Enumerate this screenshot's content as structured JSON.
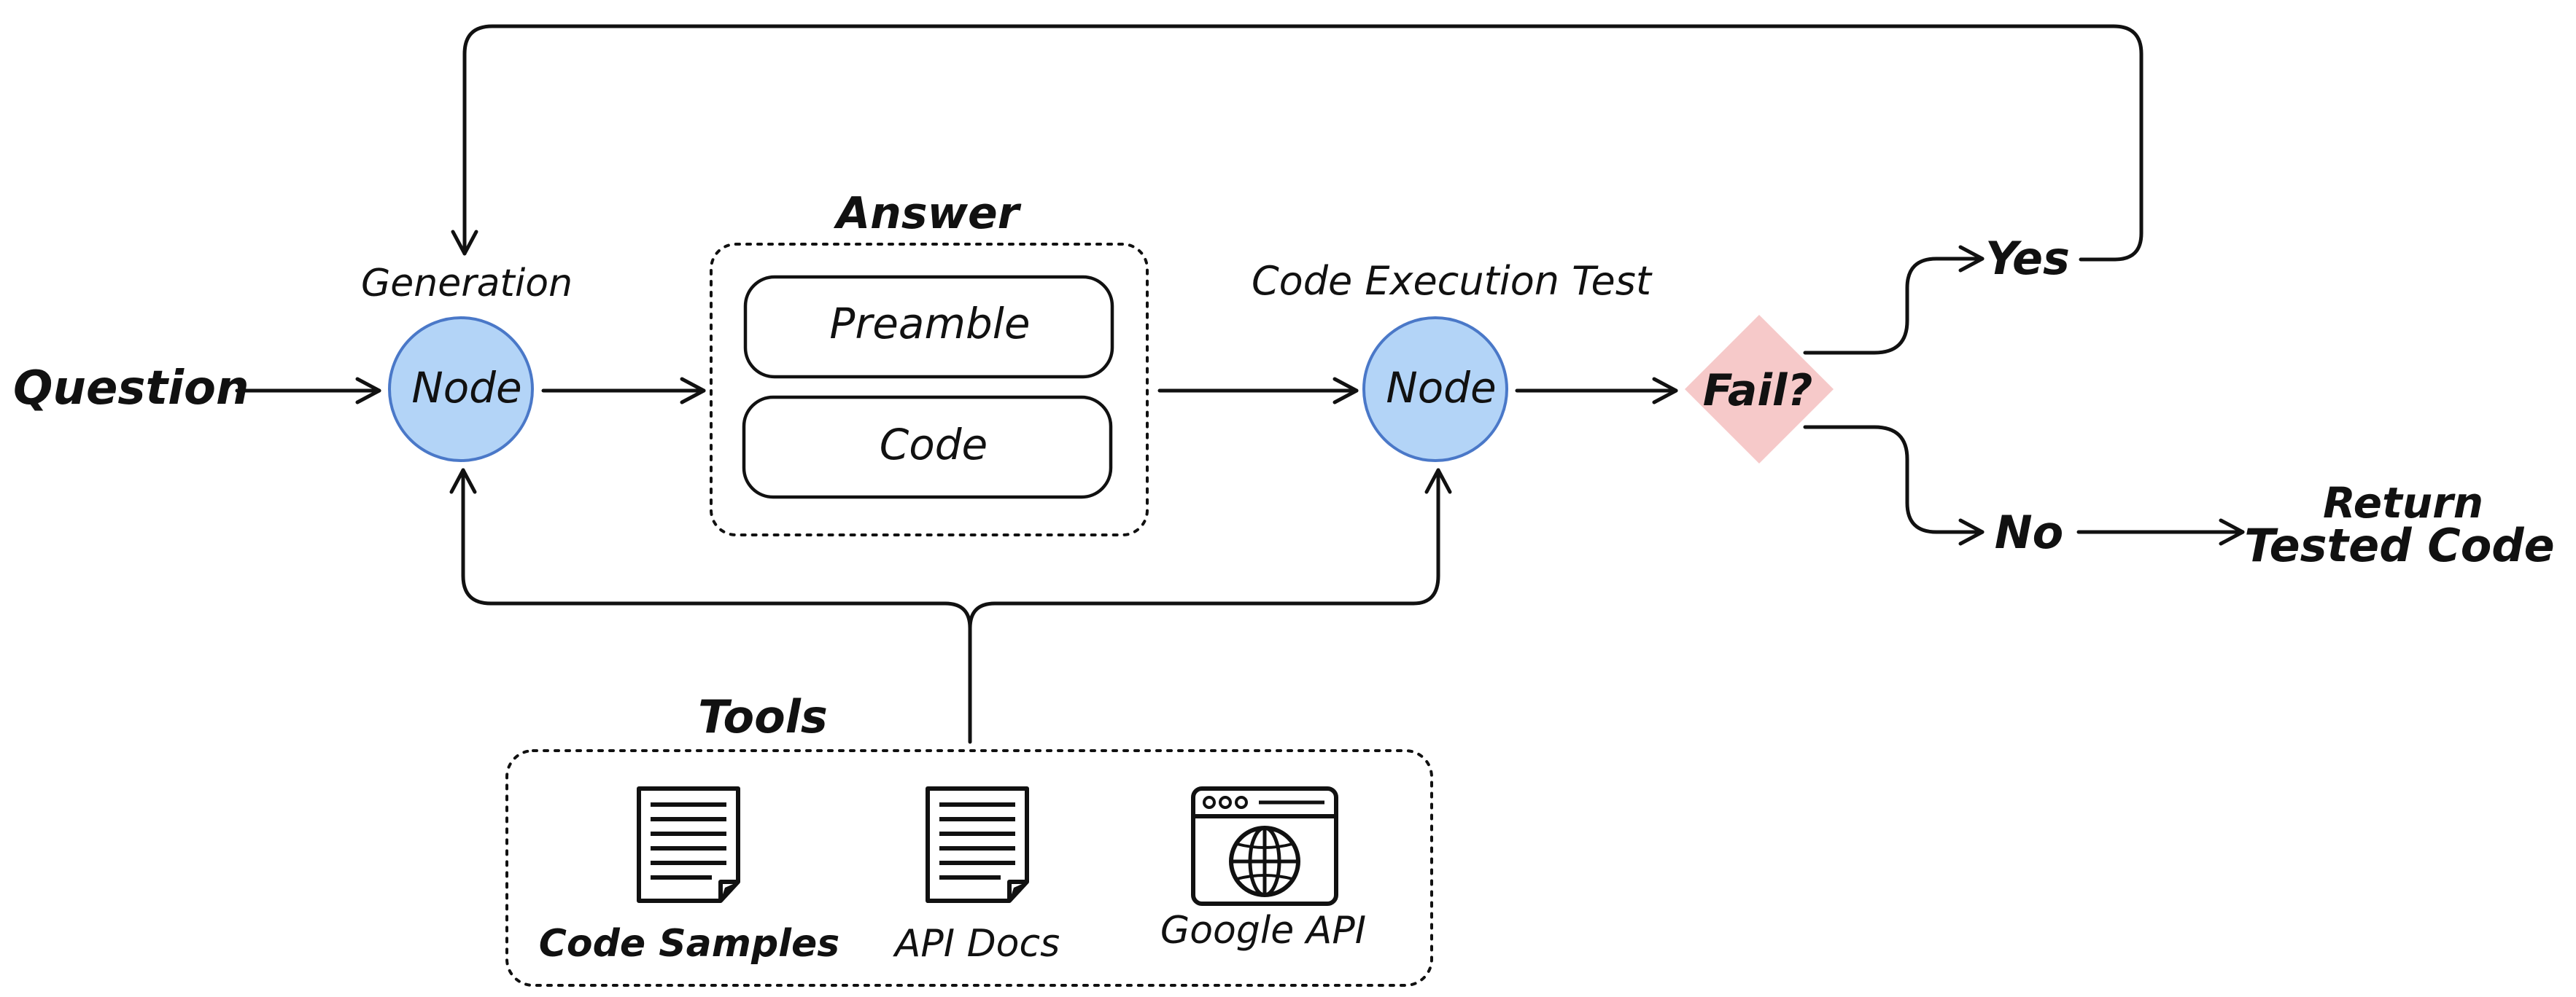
{
  "input": {
    "question": "Question"
  },
  "generation": {
    "label": "Generation",
    "node_text": "Node"
  },
  "answer": {
    "title": "Answer",
    "items": [
      "Preamble",
      "Code"
    ]
  },
  "execution": {
    "label": "Code Execution Test",
    "node_text": "Node"
  },
  "decision": {
    "text": "Fail?",
    "yes": "Yes",
    "no": "No"
  },
  "output": {
    "line1": "Return",
    "line2": "Tested Code"
  },
  "tools": {
    "title": "Tools",
    "items": [
      {
        "label": "Code Samples",
        "icon": "document-icon"
      },
      {
        "label": "API Docs",
        "icon": "document-icon"
      },
      {
        "label": "Google API",
        "icon": "browser-globe-icon"
      }
    ]
  },
  "colors": {
    "node_fill": "#b3d4f7",
    "node_stroke": "#4a78c8",
    "decision_fill": "#f6c9c9",
    "ink": "#111111"
  }
}
